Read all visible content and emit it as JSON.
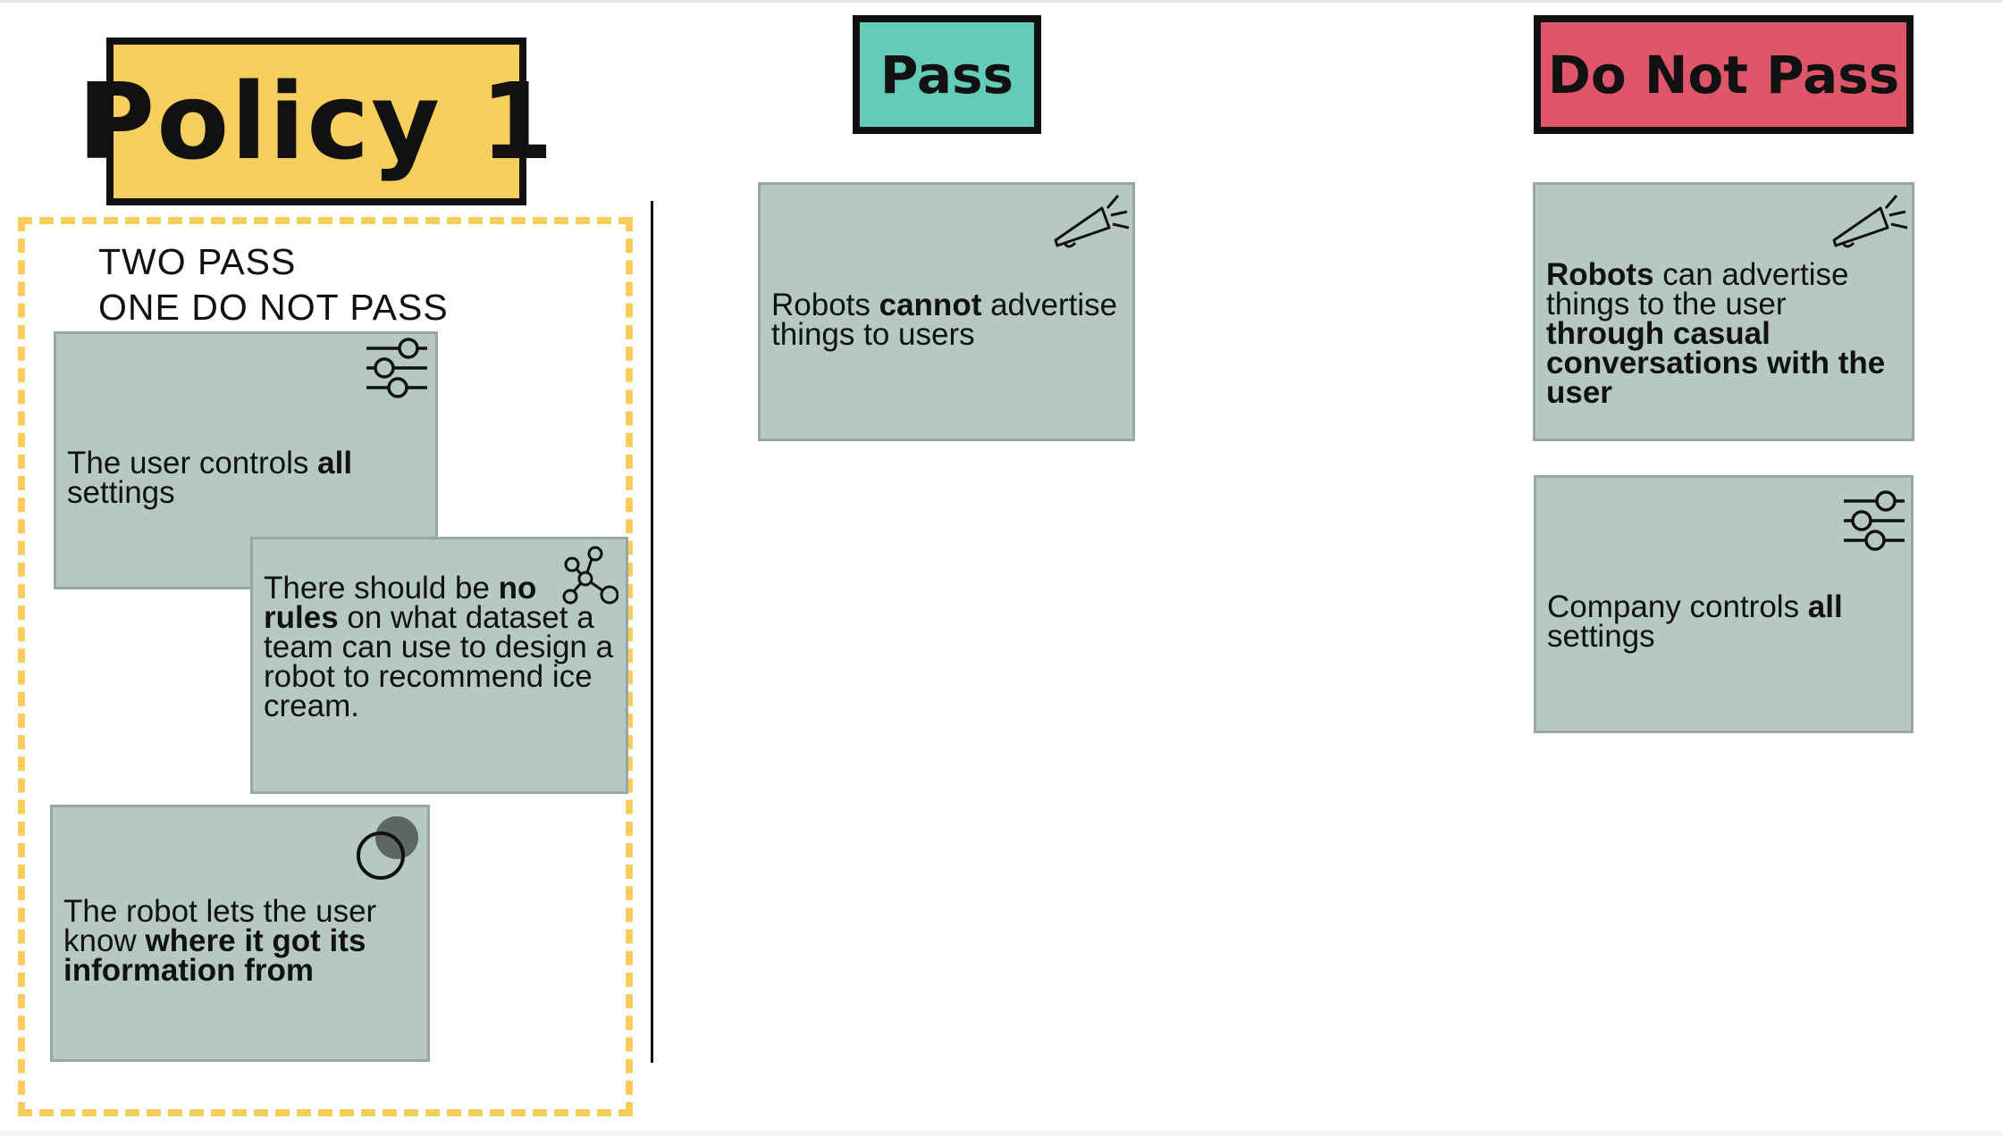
{
  "headers": {
    "policy": "Policy 1",
    "pass": "Pass",
    "do_not_pass": "Do Not Pass"
  },
  "policy_group": {
    "heading_line1": "TWO PASS",
    "heading_line2": "ONE DO NOT PASS"
  },
  "cards": {
    "user_controls": {
      "icon": "sliders-icon",
      "t1": "The user controls ",
      "b1": "all",
      "t2": " settings"
    },
    "no_rules": {
      "icon": "network-icon",
      "t1": "There should be ",
      "b1": "no rules",
      "t2": " on what dataset a team can use to design a robot to recommend ice cream."
    },
    "information": {
      "icon": "overlapping-circles-icon",
      "t1": "The robot lets the user know ",
      "b1": "where it got its information from"
    },
    "cannot_advertise": {
      "icon": "megaphone-icon",
      "t1": "Robots ",
      "b1": "cannot",
      "t2": " advertise things to users"
    },
    "can_advertise": {
      "icon": "megaphone-icon",
      "b1": "Robots",
      "t1": " can advertise things to the user ",
      "b2": "through casual conversations with the user"
    },
    "company_controls": {
      "icon": "sliders-icon",
      "t1": "Company controls ",
      "b1": "all",
      "t2": " settings"
    }
  },
  "colors": {
    "policy": "#f6ce5b",
    "pass": "#64cbb9",
    "do_not_pass": "#df566b",
    "card": "#b6c8c3",
    "dashed_border": "#f6ce5b"
  }
}
